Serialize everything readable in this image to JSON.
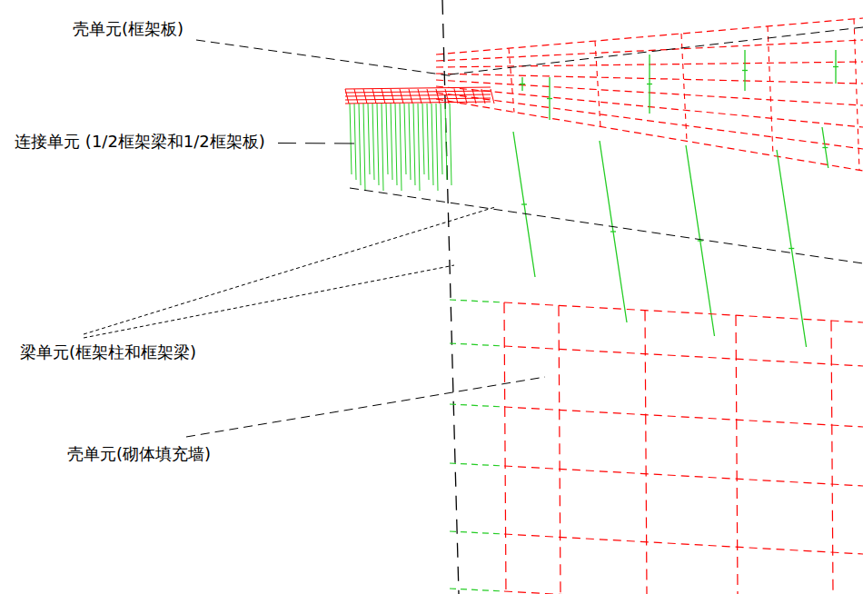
{
  "diagram": {
    "labels": [
      "壳单元(框架板)",
      "连接单元 (1/2框架梁和1/2框架板)",
      "梁单元(框架柱和框架梁)",
      "壳单元(砌体填充墙)"
    ]
  }
}
